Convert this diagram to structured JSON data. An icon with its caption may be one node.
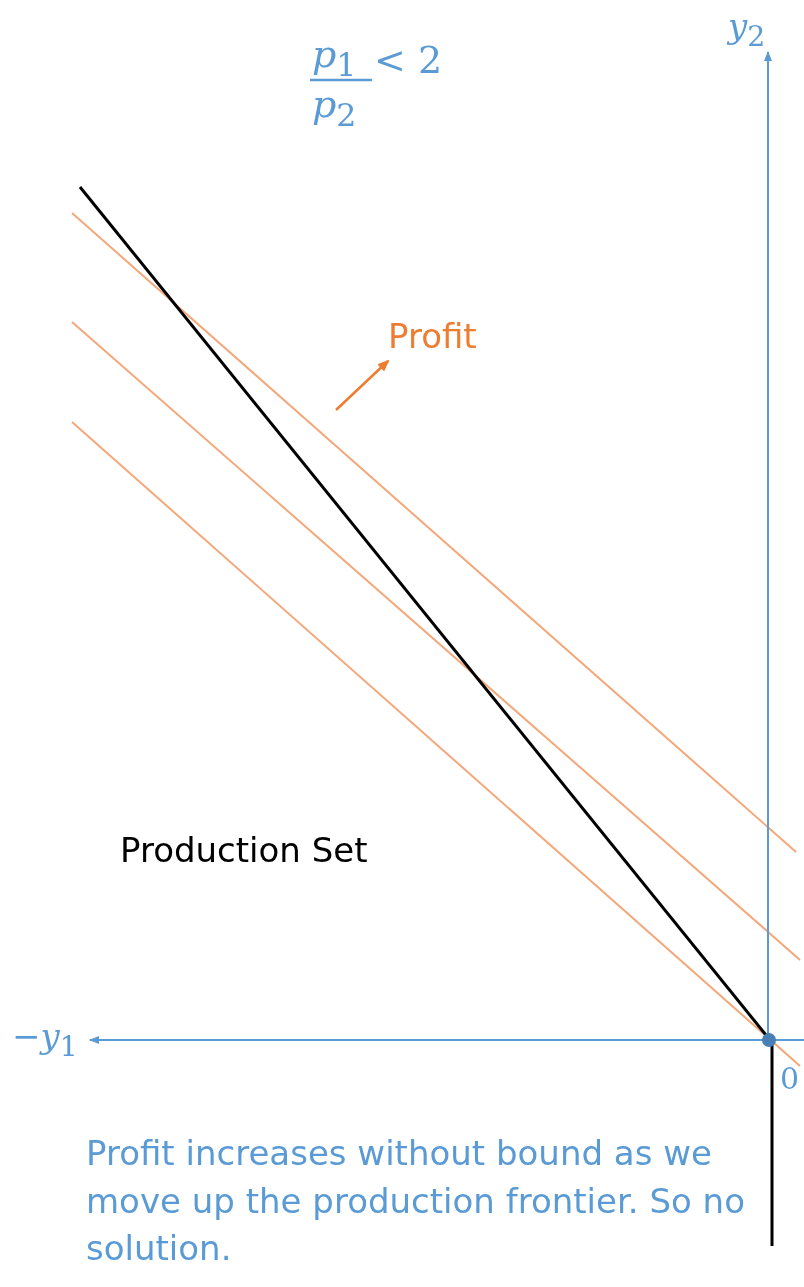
{
  "diagram": {
    "caption": "Profit increases without bound as we move up the production frontier. So no solution.",
    "labels": [
      "*p*$_{1}$",
      "*p*$_{2}$",
      "< 2",
      "*y*$_{2}$",
      "Profit",
      "Production Set",
      "−*y*$_{1}$",
      "0"
    ]
  }
}
